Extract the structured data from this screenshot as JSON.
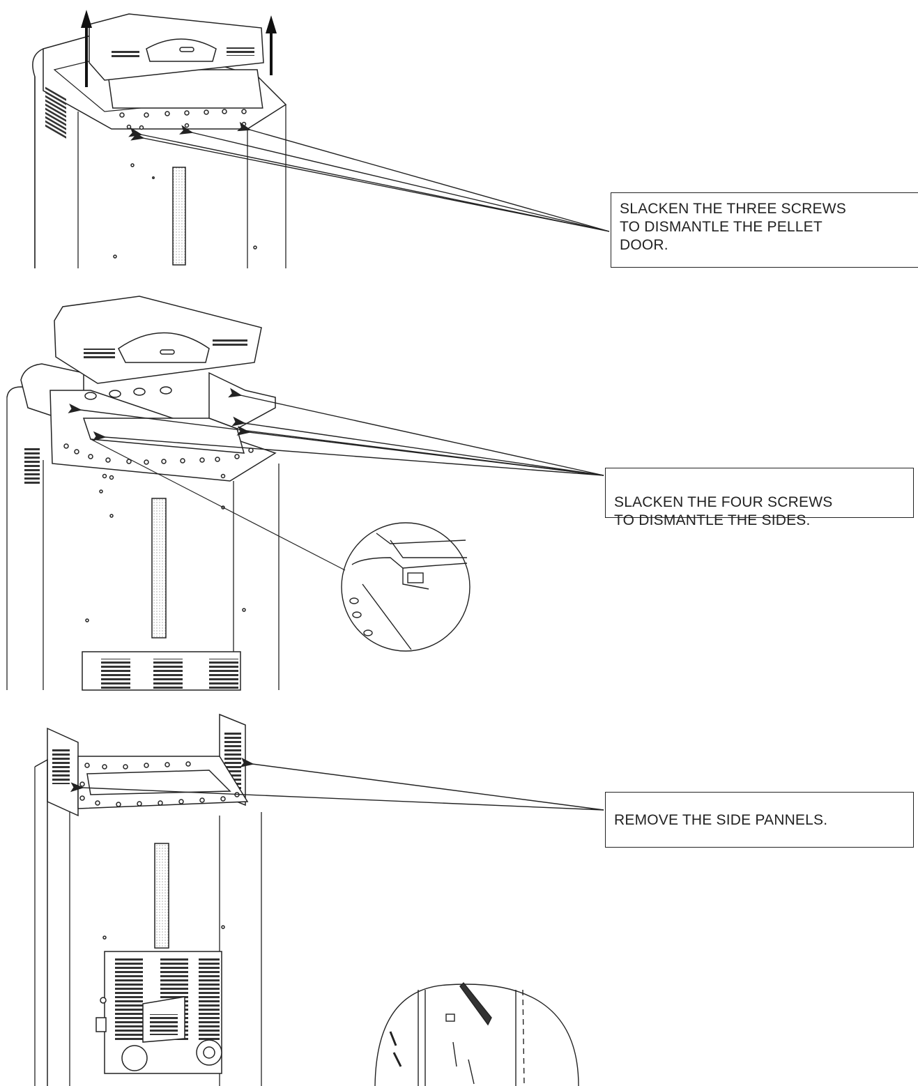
{
  "callouts": {
    "pellet_door": "SLACKEN THE THREE SCREWS\nTO DISMANTLE THE PELLET\nDOOR.",
    "sides": "SLACKEN THE FOUR SCREWS\nTO DISMANTLE THE SIDES.",
    "side_panels": "REMOVE THE SIDE PANNELS."
  },
  "colors": {
    "line": "#222222",
    "fill": "#ffffff",
    "hatch": "#444444"
  }
}
